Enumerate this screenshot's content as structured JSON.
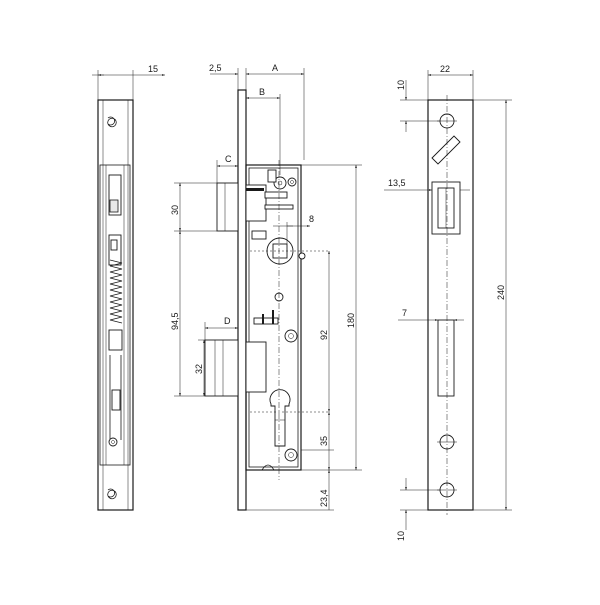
{
  "dimensions": {
    "side_width": "15",
    "front_offset": "2,5",
    "backset": "A",
    "latch_offset": "B",
    "latch_projection": "C",
    "bolt_projection": "D",
    "latch_height": "30",
    "latch_to_bolt": "94,5",
    "bolt_height": "32",
    "square_size": "8",
    "axis_distance": "92",
    "total_height": "180",
    "cylinder_height": "35",
    "cylinder_bottom": "23,4",
    "plate_width": "22",
    "plate_top_margin": "10",
    "latch_slot_width": "13,5",
    "bolt_slot_width": "7",
    "plate_height": "240",
    "plate_bottom_margin": "10"
  }
}
